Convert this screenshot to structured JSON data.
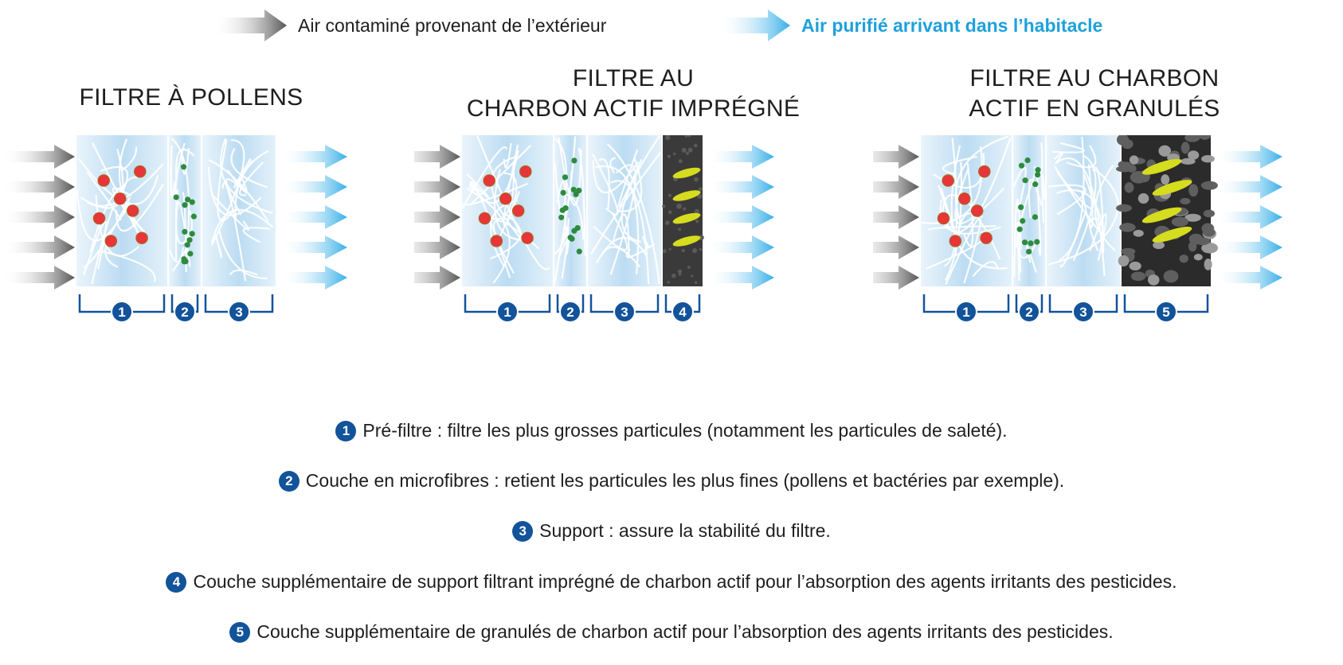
{
  "legend": {
    "contaminated": "Air contaminé provenant de l’extérieur",
    "purified": "Air purifié arrivant dans l’habitacle",
    "contaminated_color": "#4a4a4a",
    "purified_color": "#1ea1dc"
  },
  "panels": [
    {
      "title_lines": [
        "FILTRE À POLLENS"
      ],
      "layers": [
        "1",
        "2",
        "3"
      ],
      "extra": "none"
    },
    {
      "title_lines": [
        "FILTRE AU",
        "CHARBON ACTIF IMPRÉGNÉ"
      ],
      "layers": [
        "1",
        "2",
        "3",
        "4"
      ],
      "extra": "impregnated"
    },
    {
      "title_lines": [
        "FILTRE AU CHARBON",
        "ACTIF EN GRANULÉS"
      ],
      "layers": [
        "1",
        "2",
        "3",
        "5"
      ],
      "extra": "granules"
    }
  ],
  "descriptions": [
    {
      "num": "1",
      "text": "Pré-filtre : filtre les plus grosses particules (notamment les particules de saleté)."
    },
    {
      "num": "2",
      "text": "Couche en microfibres : retient les particules les plus fines (pollens et bactéries par exemple)."
    },
    {
      "num": "3",
      "text": "Support : assure la stabilité du filtre."
    },
    {
      "num": "4",
      "text": "Couche supplémentaire de support filtrant imprégné de charbon actif pour l’absorption des agents irritants des pesticides."
    },
    {
      "num": "5",
      "text": "Couche supplémentaire de granulés de charbon actif pour l’absorption des agents irritants des pesticides."
    }
  ],
  "colors": {
    "badge": "#12539a",
    "bracket": "#12539a",
    "fiber_bg": "#cfe6f7",
    "particle_red": "#e8343a",
    "particle_green": "#2e8b3d",
    "gas_yellow": "#d6dc1e",
    "charcoal": "#3a3a3a"
  }
}
